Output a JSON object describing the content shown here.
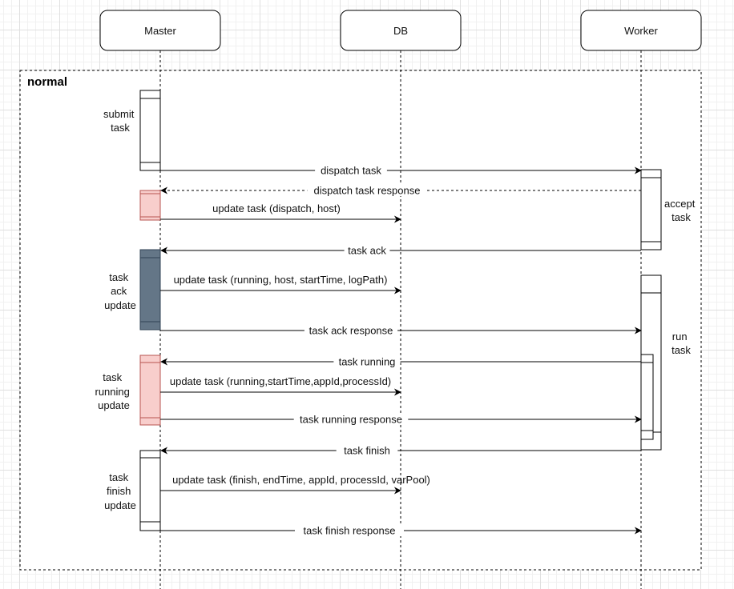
{
  "frame": {
    "label": "normal"
  },
  "participants": [
    {
      "id": "master",
      "label": "Master"
    },
    {
      "id": "db",
      "label": "DB"
    },
    {
      "id": "worker",
      "label": "Worker"
    }
  ],
  "activations": [
    {
      "id": "submit-task",
      "participant": "master",
      "label": [
        "submit",
        "task"
      ],
      "style": "plain"
    },
    {
      "id": "dispatch-update",
      "participant": "master",
      "label": [],
      "style": "red"
    },
    {
      "id": "task-ack-update",
      "participant": "master",
      "label": [
        "task",
        "ack",
        "update"
      ],
      "style": "slate"
    },
    {
      "id": "task-running-update",
      "participant": "master",
      "label": [
        "task",
        "running",
        "update"
      ],
      "style": "red"
    },
    {
      "id": "task-finish-update",
      "participant": "master",
      "label": [
        "task",
        "finish",
        "update"
      ],
      "style": "plain"
    },
    {
      "id": "accept-task",
      "participant": "worker",
      "label": [
        "accept",
        "task"
      ],
      "style": "plain"
    },
    {
      "id": "run-task",
      "participant": "worker",
      "label": [
        "run",
        "task"
      ],
      "style": "plain"
    },
    {
      "id": "run-task-inner",
      "participant": "worker",
      "label": [],
      "style": "plain"
    }
  ],
  "messages": [
    {
      "from": "master",
      "to": "worker",
      "label": "dispatch task",
      "dashed": false
    },
    {
      "from": "worker",
      "to": "master",
      "label": "dispatch task response",
      "dashed": true
    },
    {
      "from": "master",
      "to": "db",
      "label": "update task (dispatch, host)",
      "dashed": false
    },
    {
      "from": "worker",
      "to": "master",
      "label": "task ack",
      "dashed": false
    },
    {
      "from": "master",
      "to": "db",
      "label": "update task (running, host, startTime, logPath)",
      "dashed": false
    },
    {
      "from": "master",
      "to": "worker",
      "label": "task ack response",
      "dashed": false
    },
    {
      "from": "worker",
      "to": "master",
      "label": "task running",
      "dashed": false
    },
    {
      "from": "master",
      "to": "db",
      "label": "update task (running,startTime,appId,processId)",
      "dashed": false
    },
    {
      "from": "master",
      "to": "worker",
      "label": "task running response",
      "dashed": false
    },
    {
      "from": "worker",
      "to": "master",
      "label": "task finish",
      "dashed": false
    },
    {
      "from": "master",
      "to": "db",
      "label": "update task (finish, endTime, appId, processId, varPool)",
      "dashed": false
    },
    {
      "from": "master",
      "to": "worker",
      "label": "task finish response",
      "dashed": false
    }
  ],
  "colors": {
    "red_fill": "#f8cecc",
    "red_stroke": "#b85450",
    "slate_fill": "#647687",
    "slate_stroke": "#314354",
    "line": "#000000"
  }
}
